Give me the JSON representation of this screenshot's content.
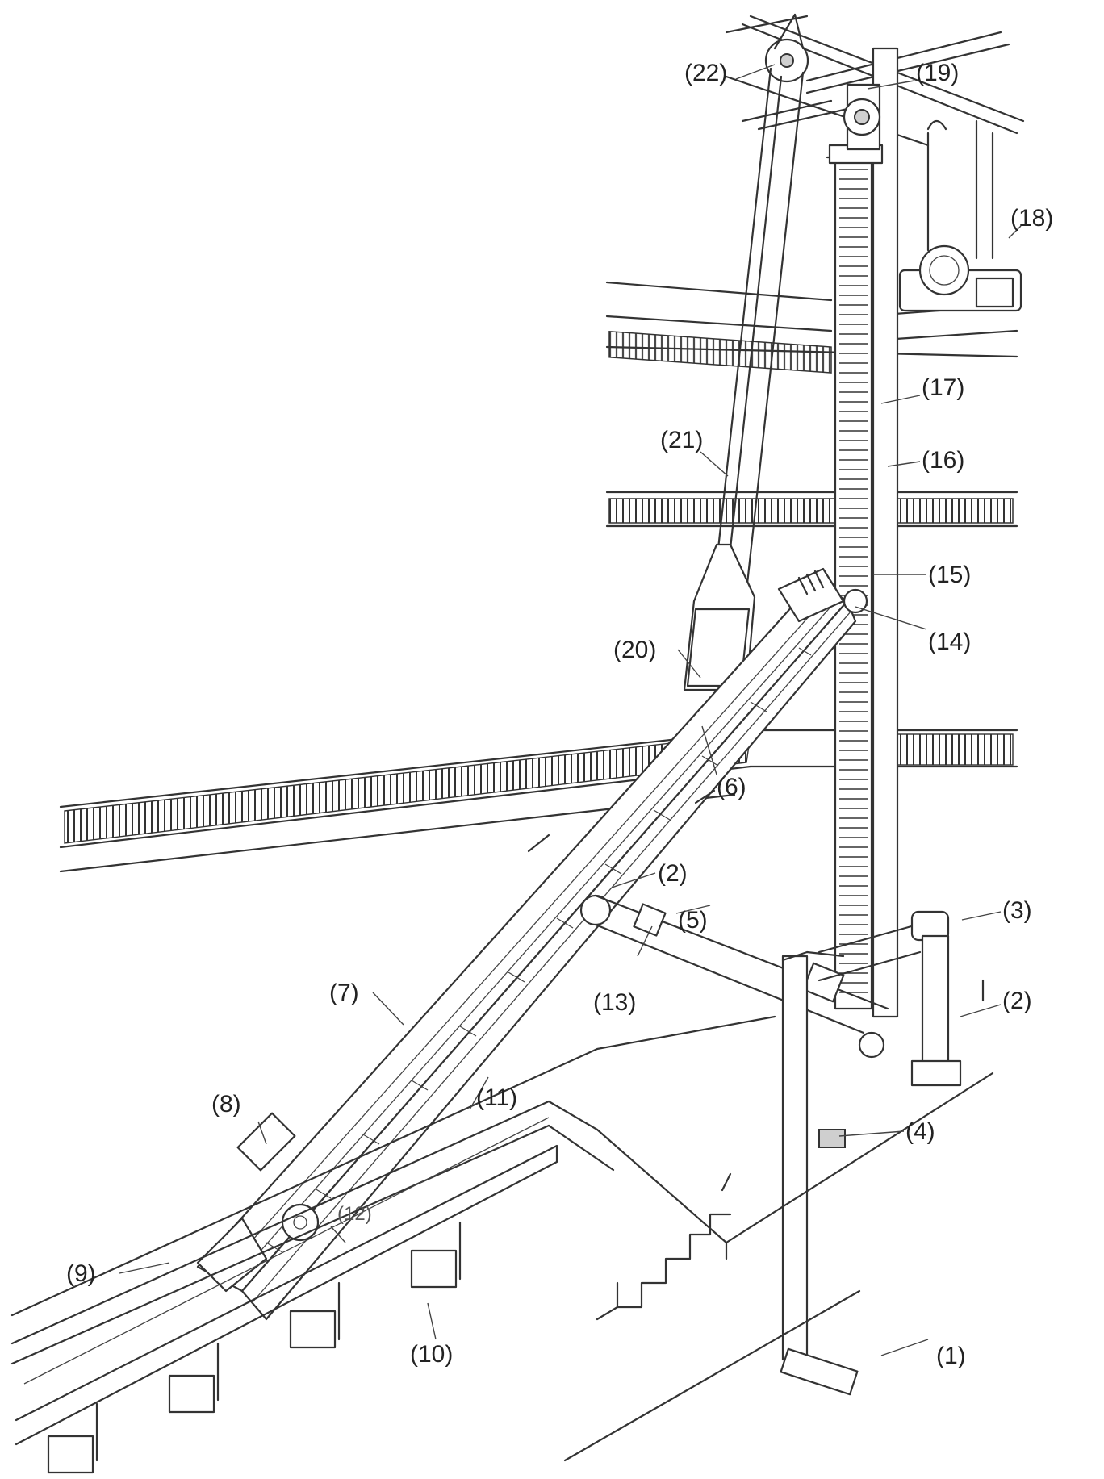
{
  "labels": [
    {
      "id": "22",
      "text": "(22)"
    },
    {
      "id": "19",
      "text": "(19)"
    },
    {
      "id": "18",
      "text": "(18)"
    },
    {
      "id": "17",
      "text": "(17)"
    },
    {
      "id": "21",
      "text": "(21)"
    },
    {
      "id": "16",
      "text": "(16)"
    },
    {
      "id": "15",
      "text": "(15)"
    },
    {
      "id": "14",
      "text": "(14)"
    },
    {
      "id": "20",
      "text": "(20)"
    },
    {
      "id": "6",
      "text": "(6)"
    },
    {
      "id": "2a",
      "text": "(2)"
    },
    {
      "id": "3",
      "text": "(3)"
    },
    {
      "id": "5",
      "text": "(5)"
    },
    {
      "id": "7",
      "text": "(7)"
    },
    {
      "id": "13",
      "text": "(13)"
    },
    {
      "id": "2b",
      "text": "(2)"
    },
    {
      "id": "11",
      "text": "(11)"
    },
    {
      "id": "8",
      "text": "(8)"
    },
    {
      "id": "4",
      "text": "(4)"
    },
    {
      "id": "12",
      "text": "(12)"
    },
    {
      "id": "9",
      "text": "(9)"
    },
    {
      "id": "10",
      "text": "(10)"
    },
    {
      "id": "1",
      "text": "(1)"
    }
  ]
}
